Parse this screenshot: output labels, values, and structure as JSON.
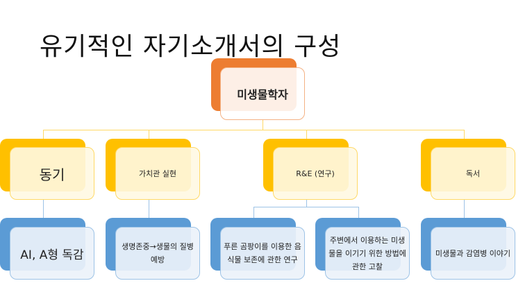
{
  "title": "유기적인 자기소개서의 구성",
  "root": {
    "label": "미생물학자"
  },
  "level2": [
    {
      "label": "동기"
    },
    {
      "label": "가치관 실현"
    },
    {
      "label": "R&E (연구)"
    },
    {
      "label": "독서"
    }
  ],
  "level3": [
    {
      "label": "AI, A형 독감"
    },
    {
      "label": "생명존중→생물의 질병예방"
    },
    {
      "label": "푸른 곰팡이를 이용한 음식물 보존에 관한 연구"
    },
    {
      "label": "주변에서 이용하는 미생물을 이기기 위한 방법에 관한 고찰"
    },
    {
      "label": "미생물과 감염병 이야기"
    }
  ],
  "colors": {
    "root": "#ED7D31",
    "level2": "#FFC000",
    "level3": "#5B9BD5"
  }
}
